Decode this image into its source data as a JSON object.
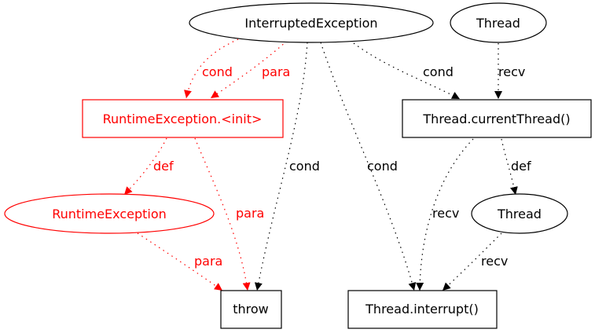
{
  "colors": {
    "default": "#000000",
    "highlight": "#ff0000",
    "background": "#ffffff"
  },
  "nodes": [
    {
      "id": "interrupted_exception",
      "label": "InterruptedException",
      "shape": "ellipse",
      "highlight": false
    },
    {
      "id": "thread_top",
      "label": "Thread",
      "shape": "ellipse",
      "highlight": false
    },
    {
      "id": "runtime_init",
      "label": "RuntimeException.<init>",
      "shape": "box",
      "highlight": true
    },
    {
      "id": "current_thread",
      "label": "Thread.currentThread()",
      "shape": "box",
      "highlight": false
    },
    {
      "id": "runtime_exception",
      "label": "RuntimeException",
      "shape": "ellipse",
      "highlight": true
    },
    {
      "id": "thread_mid",
      "label": "Thread",
      "shape": "ellipse",
      "highlight": false
    },
    {
      "id": "throw",
      "label": "throw",
      "shape": "box",
      "highlight": false
    },
    {
      "id": "thread_interrupt",
      "label": "Thread.interrupt()",
      "shape": "box",
      "highlight": false
    }
  ],
  "edges": [
    {
      "from": "interrupted_exception",
      "to": "runtime_init",
      "label": "cond",
      "highlight": true
    },
    {
      "from": "interrupted_exception",
      "to": "runtime_init",
      "label": "para",
      "highlight": true
    },
    {
      "from": "interrupted_exception",
      "to": "throw",
      "label": "cond",
      "highlight": false
    },
    {
      "from": "interrupted_exception",
      "to": "thread_interrupt",
      "label": "cond",
      "highlight": false
    },
    {
      "from": "interrupted_exception",
      "to": "current_thread",
      "label": "cond",
      "highlight": false
    },
    {
      "from": "thread_top",
      "to": "current_thread",
      "label": "recv",
      "highlight": false
    },
    {
      "from": "runtime_init",
      "to": "runtime_exception",
      "label": "def",
      "highlight": true
    },
    {
      "from": "runtime_init",
      "to": "throw",
      "label": "para",
      "highlight": true
    },
    {
      "from": "runtime_exception",
      "to": "throw",
      "label": "para",
      "highlight": true
    },
    {
      "from": "current_thread",
      "to": "thread_interrupt",
      "label": "recv",
      "highlight": false
    },
    {
      "from": "current_thread",
      "to": "thread_mid",
      "label": "def",
      "highlight": false
    },
    {
      "from": "thread_mid",
      "to": "thread_interrupt",
      "label": "recv",
      "highlight": false
    }
  ]
}
